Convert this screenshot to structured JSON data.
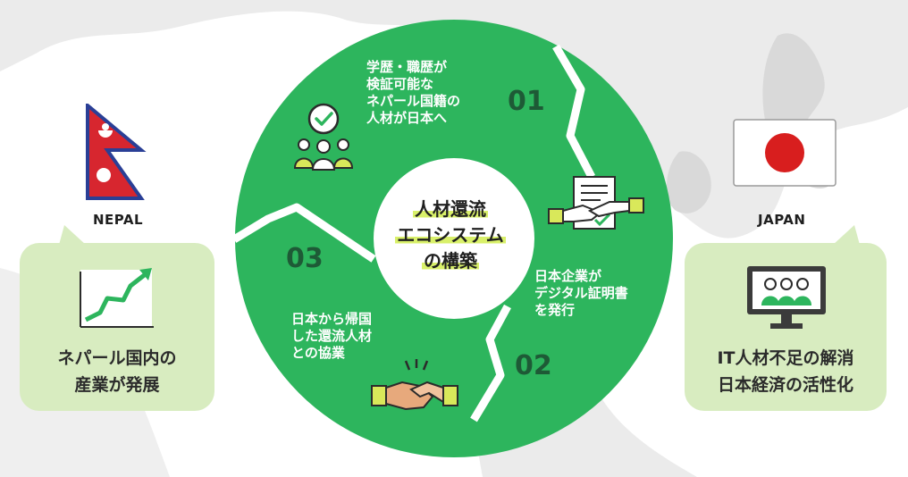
{
  "title": [
    "人材還流",
    "エコシステム",
    "の構築"
  ],
  "steps": [
    {
      "number": "01",
      "text": [
        "学歴・職歴が",
        "検証可能な",
        "ネパール国籍の",
        "人材が日本へ"
      ]
    },
    {
      "number": "02",
      "text": [
        "日本企業が",
        "デジタル証明書",
        "を発行"
      ]
    },
    {
      "number": "03",
      "text": [
        "日本から帰国",
        "した還流人材",
        "との協業"
      ]
    }
  ],
  "left": {
    "country": "NEPAL",
    "bubble": [
      "ネパール国内の",
      "産業が発展"
    ]
  },
  "right": {
    "country": "JAPAN",
    "bubble": [
      "IT人材不足の解消",
      "日本経済の活性化"
    ]
  },
  "colors": {
    "ring": "#2db55d",
    "bubble": "#d8ecc0",
    "map": "#e6e6e6",
    "number": "#1e5a36",
    "highlight": "#d9f06a",
    "japan_red": "#d81e1e",
    "nepal_red": "#d7262f",
    "nepal_blue": "#2a3f96"
  },
  "icons": [
    "people-check-icon",
    "contract-handshake-icon",
    "handshake-icon",
    "growth-chart-icon",
    "video-meeting-icon",
    "nepal-flag-icon",
    "japan-flag-icon"
  ]
}
